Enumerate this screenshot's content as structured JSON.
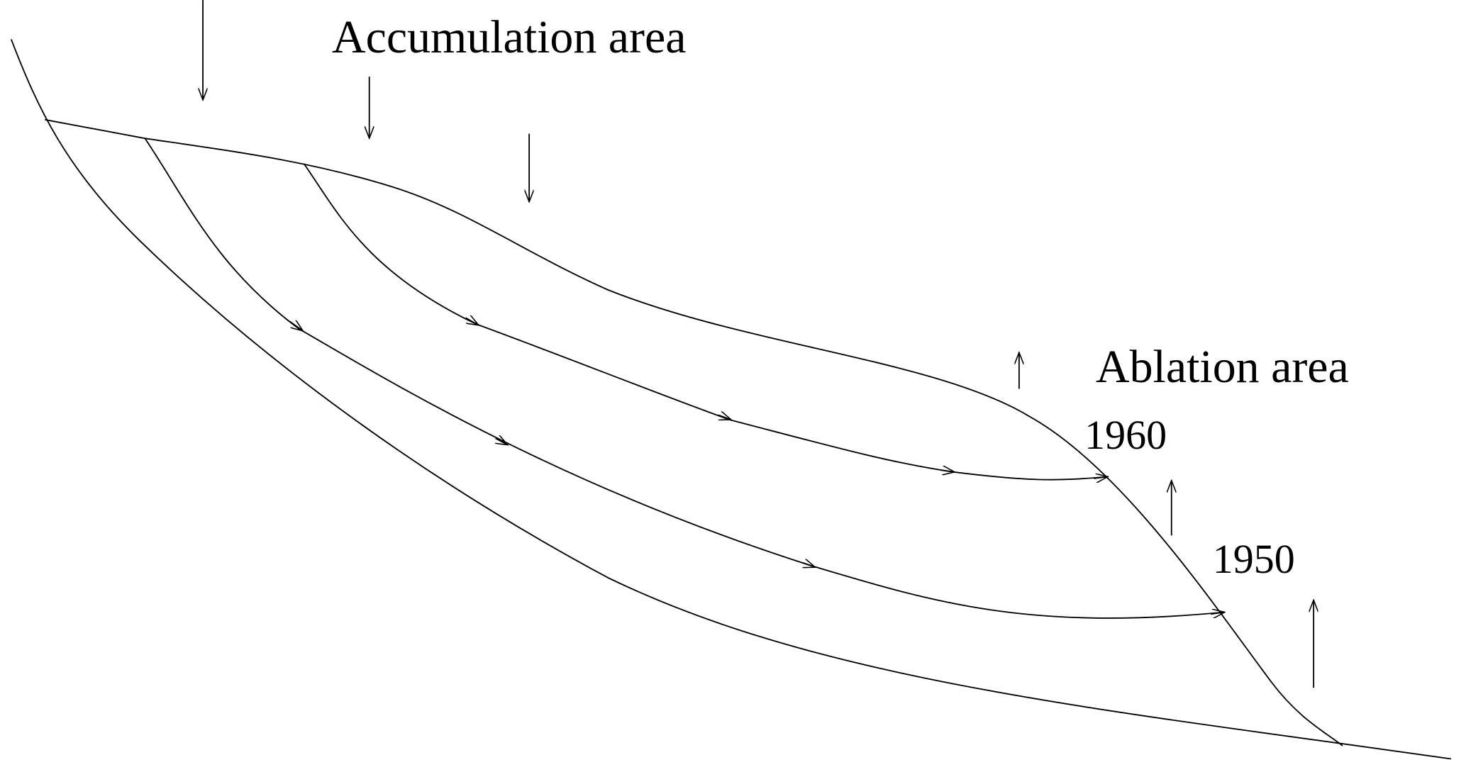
{
  "diagram": {
    "labels": {
      "accumulation": "Accumulation area",
      "ablation": "Ablation area"
    },
    "isochrones": [
      "1960",
      "1950"
    ],
    "elements": [
      "glacier-bed",
      "glacier-surface",
      "flowline-1",
      "flowline-2",
      "accumulation-arrows",
      "ablation-arrows"
    ]
  }
}
